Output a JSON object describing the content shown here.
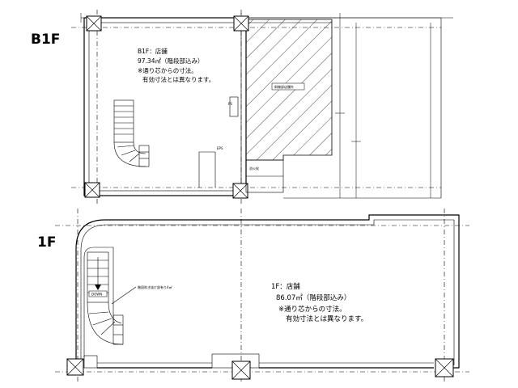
{
  "floors": [
    {
      "label": "B1F",
      "room_use": "B1F：店舗",
      "area": "97.34㎡（階段部込み）",
      "note_line1": "※通り芯からの寸法。",
      "note_line2": "有効寸法とは異なります。",
      "hatched_area_tag": "斜線部店舗外",
      "small_labels": [
        "EPS",
        "消火栓",
        "PS"
      ]
    },
    {
      "label": "1F",
      "room_use": "1F：店舗",
      "area": "86.07㎡（階段部込み）",
      "note_line1": "※通り芯からの寸法。",
      "note_line2": "有効寸法とは異なります。",
      "stair_callout": "階段吹き抜け部有り4㎡",
      "stair_direction": "DOWN"
    }
  ]
}
